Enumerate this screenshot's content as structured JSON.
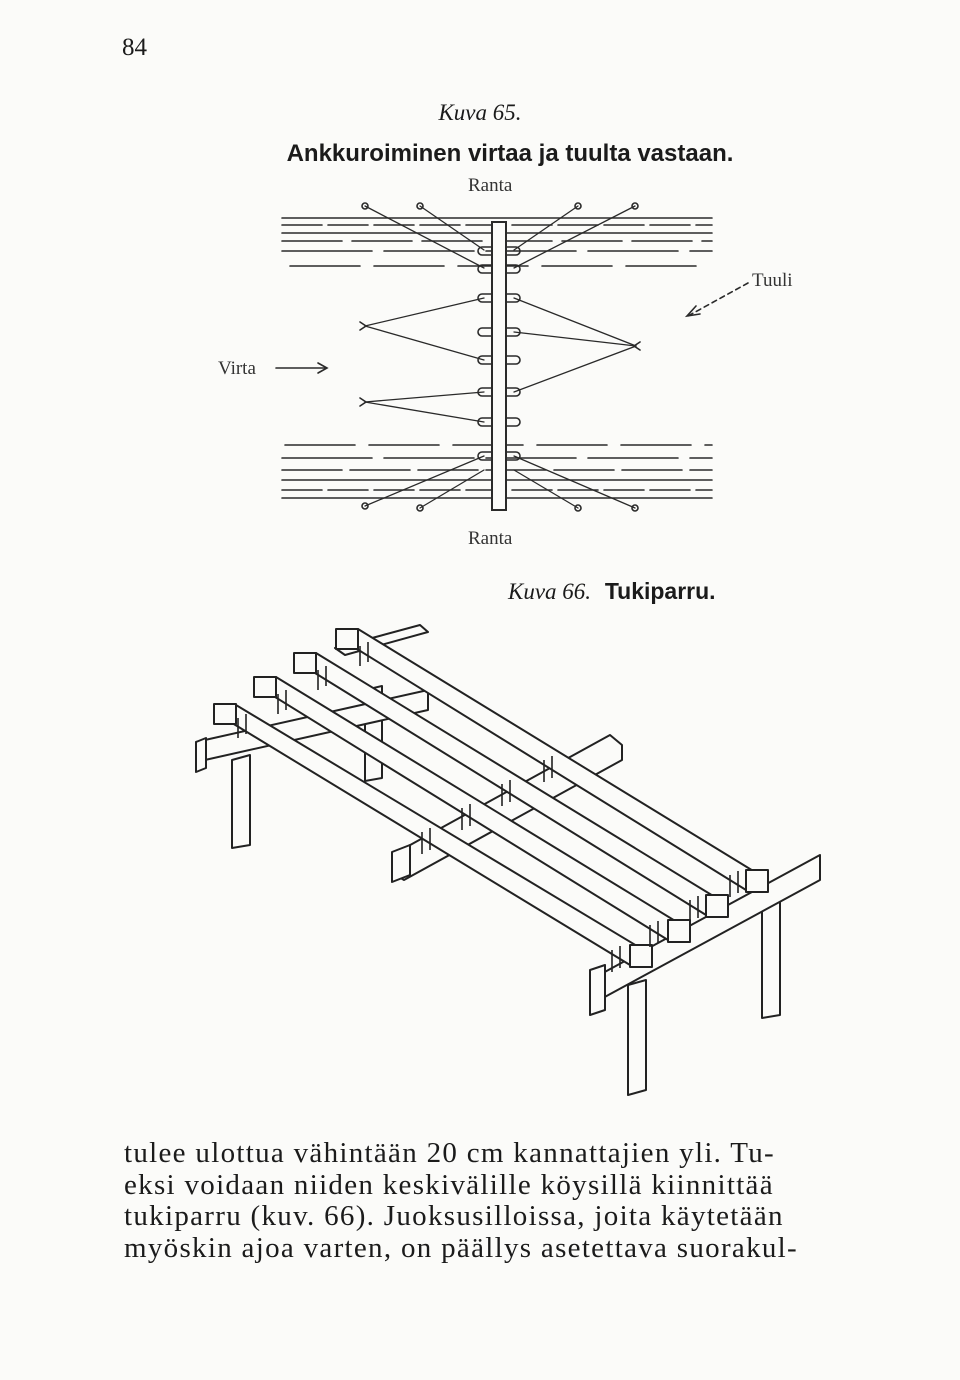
{
  "page_number": "84",
  "figure_65": {
    "label": "Kuva 65.",
    "title": "Ankkuroiminen virtaa ja tuulta vastaan.",
    "shore_top": "Ranta",
    "shore_bottom": "Ranta",
    "wind": "Tuuli",
    "current": "Virta"
  },
  "figure_66": {
    "label": "Kuva 66.",
    "title": "Tukiparru."
  },
  "body_lines": [
    "tulee ulottua vähintään 20 cm kannattajien yli. Tu-",
    "eksi voidaan niiden keskivälille köysillä kiinnittää",
    "tukiparru (kuv. 66). Juoksusilloissa, joita käytetään",
    "myöskin ajoa varten, on päällys asetettava suorakul-"
  ]
}
